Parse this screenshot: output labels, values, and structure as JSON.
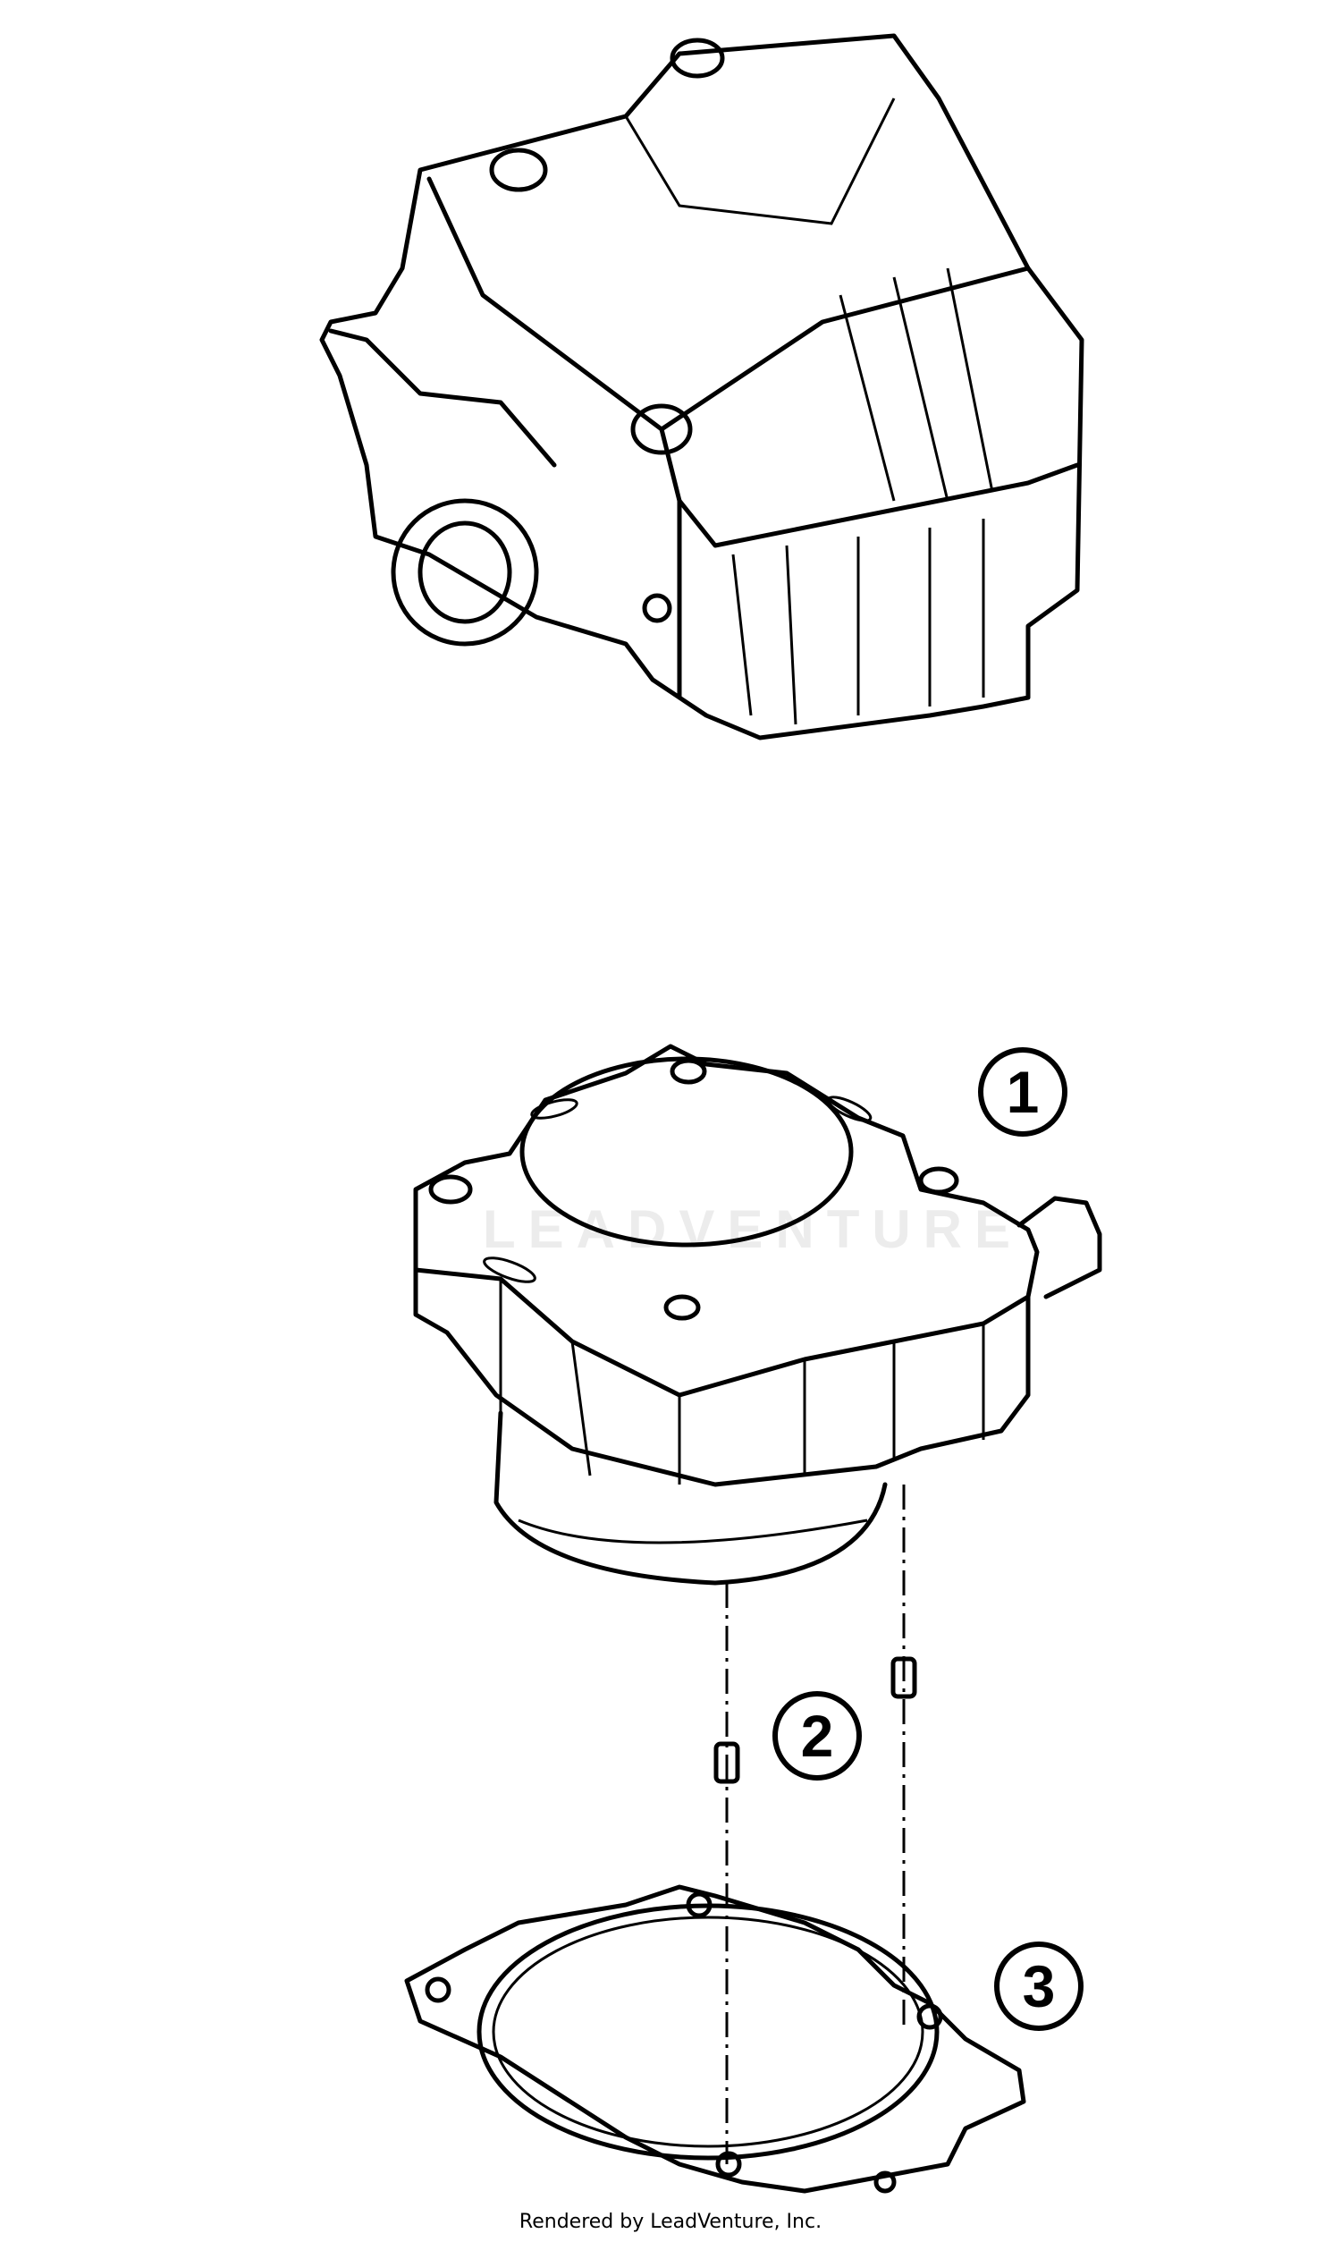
{
  "callouts": [
    {
      "label": "1",
      "part": "cylinder"
    },
    {
      "label": "2",
      "part": "dowel-pins"
    },
    {
      "label": "3",
      "part": "cylinder-base-gasket"
    }
  ],
  "watermark": "LEADVENTURE",
  "footer": "Rendered by LeadVenture, Inc."
}
